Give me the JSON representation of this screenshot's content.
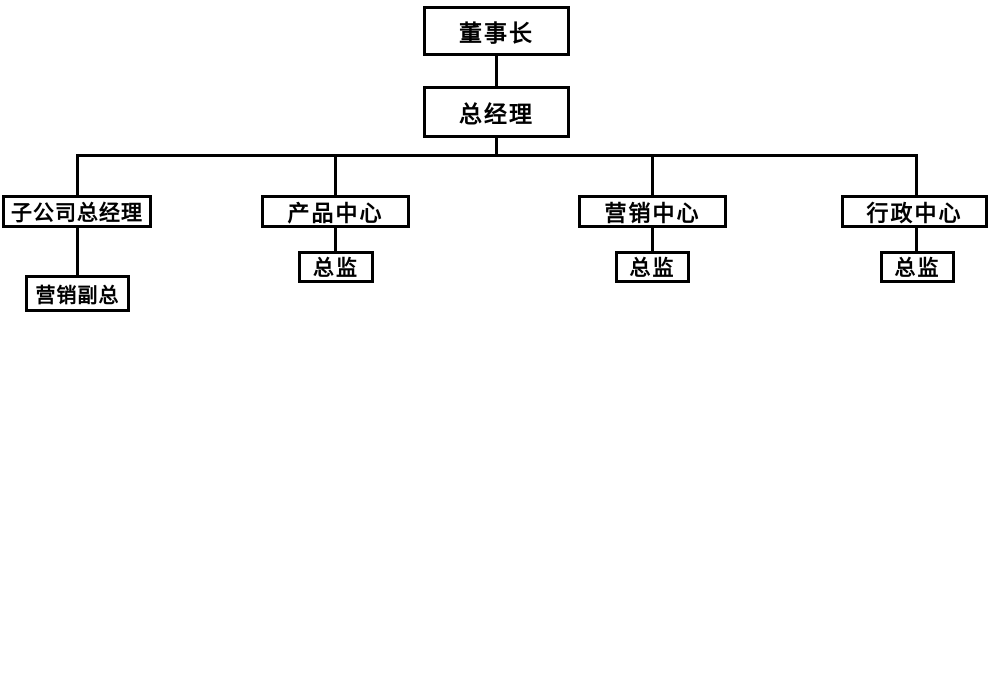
{
  "diagram": {
    "type": "org-chart",
    "colors": {
      "background": "#ffffff",
      "box_border": "#000000",
      "box_fill": "#ffffff",
      "text": "#000000",
      "connector": "#000000"
    },
    "nodes": {
      "chairman": {
        "label": "董事长"
      },
      "general_manager": {
        "label": "总经理"
      },
      "subsidiary_gm": {
        "label": "子公司总经理"
      },
      "product_center": {
        "label": "产品中心"
      },
      "marketing_center": {
        "label": "营销中心"
      },
      "admin_center": {
        "label": "行政中心"
      },
      "marketing_deputy": {
        "label": "营销副总"
      },
      "product_director": {
        "label": "总监"
      },
      "marketing_director": {
        "label": "总监"
      },
      "admin_director": {
        "label": "总监"
      }
    },
    "edges": [
      {
        "from": "chairman",
        "to": "general_manager"
      },
      {
        "from": "general_manager",
        "to": "subsidiary_gm"
      },
      {
        "from": "general_manager",
        "to": "product_center"
      },
      {
        "from": "general_manager",
        "to": "marketing_center"
      },
      {
        "from": "general_manager",
        "to": "admin_center"
      },
      {
        "from": "subsidiary_gm",
        "to": "marketing_deputy"
      },
      {
        "from": "product_center",
        "to": "product_director"
      },
      {
        "from": "marketing_center",
        "to": "marketing_director"
      },
      {
        "from": "admin_center",
        "to": "admin_director"
      }
    ]
  }
}
